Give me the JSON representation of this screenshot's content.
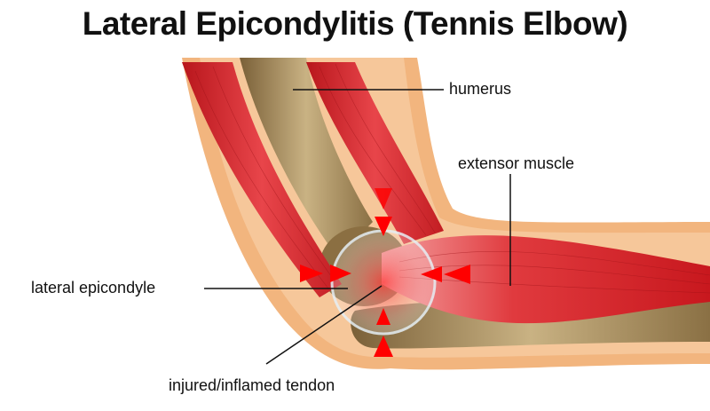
{
  "title": "Lateral Epicondylitis (Tennis Elbow)",
  "labels": {
    "humerus": "humerus",
    "extensor_muscle": "extensor muscle",
    "lateral_epicondyle": "lateral epicondyle",
    "injured_tendon": "injured/inflamed tendon"
  },
  "colors": {
    "skin": "#f2b57e",
    "bone": "#a88e5e",
    "muscle": "#d8272b",
    "arrow": "#ff0000"
  }
}
